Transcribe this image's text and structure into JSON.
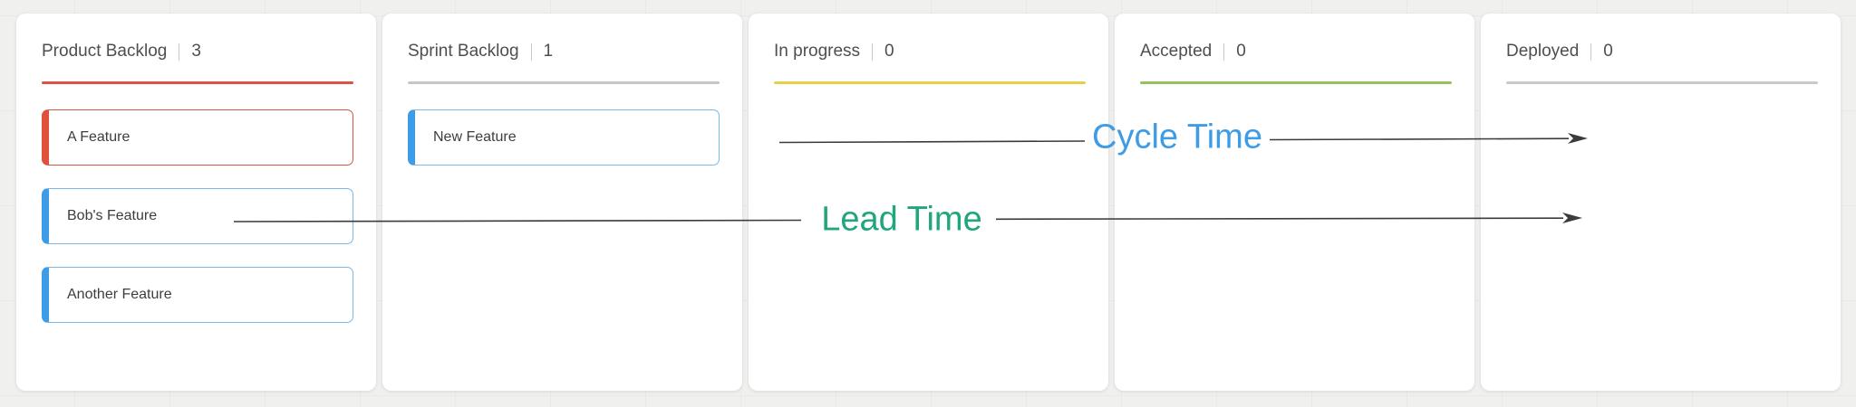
{
  "board": {
    "columns": [
      {
        "title": "Product Backlog",
        "count": "3",
        "accent_color": "#db5246",
        "cards": [
          {
            "label": "A Feature",
            "bar_color": "#e0503a",
            "border_color": "#db5246"
          },
          {
            "label": "Bob's Feature",
            "bar_color": "#3d9ce5",
            "border_color": "#7ab8ea"
          },
          {
            "label": "Another Feature",
            "bar_color": "#3d9ce5",
            "border_color": "#7ab8ea"
          }
        ]
      },
      {
        "title": "Sprint Backlog",
        "count": "1",
        "accent_color": "#c6c6c6",
        "cards": [
          {
            "label": "New Feature",
            "bar_color": "#3d9ce5",
            "border_color": "#7ab8ea"
          }
        ]
      },
      {
        "title": "In progress",
        "count": "0",
        "accent_color": "#e9cf4a",
        "cards": []
      },
      {
        "title": "Accepted",
        "count": "0",
        "accent_color": "#93c45c",
        "cards": []
      },
      {
        "title": "Deployed",
        "count": "0",
        "accent_color": "#c9c9c9",
        "cards": []
      }
    ]
  },
  "annotations": {
    "arrow_color": "#3b3b3b",
    "cycle_time": {
      "label": "Cycle Time",
      "color": "#3e9be6"
    },
    "lead_time": {
      "label": "Lead Time",
      "color": "#1fa67d"
    }
  }
}
